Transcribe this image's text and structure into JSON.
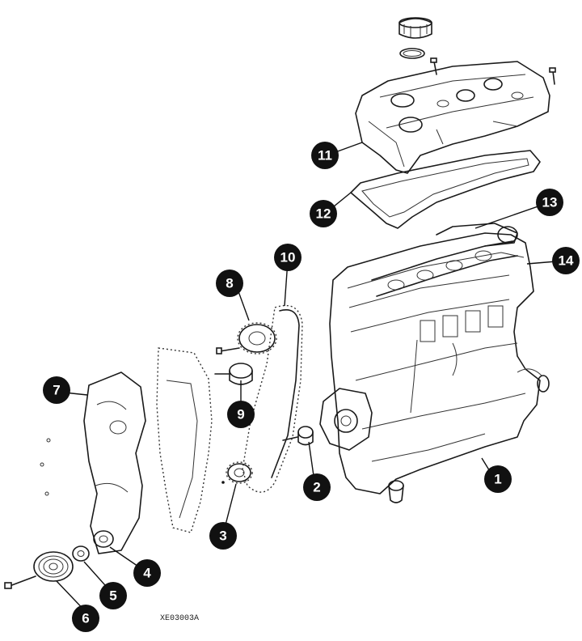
{
  "diagram": {
    "code": "XE03003A",
    "callouts": [
      "1",
      "2",
      "3",
      "4",
      "5",
      "6",
      "7",
      "8",
      "9",
      "10",
      "11",
      "12",
      "13",
      "14"
    ]
  }
}
